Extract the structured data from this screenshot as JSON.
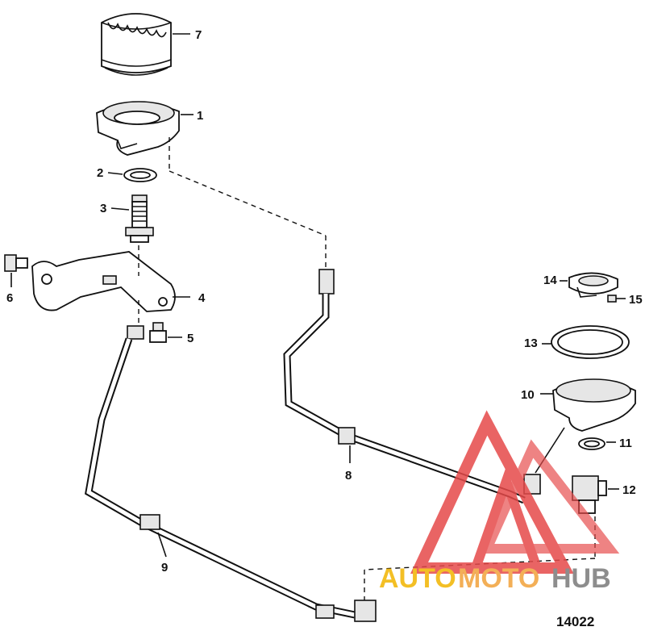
{
  "diagram": {
    "drawing_number": "14022",
    "callouts": [
      "1",
      "2",
      "3",
      "4",
      "5",
      "6",
      "7",
      "8",
      "9",
      "10",
      "11",
      "12",
      "13",
      "14",
      "15"
    ]
  },
  "watermark": {
    "auto": "AUTO",
    "moto": "MOTO",
    "hub": "HUB",
    "colors": {
      "auto": "#f2b400",
      "moto": "#f2a23a",
      "hub": "#7a7a7a",
      "triangle": "#e64a4a"
    }
  }
}
